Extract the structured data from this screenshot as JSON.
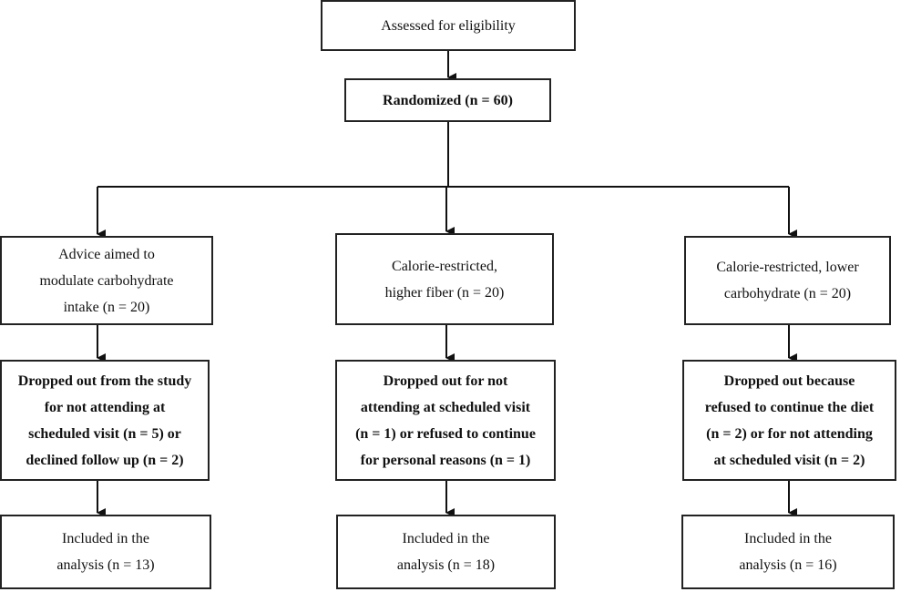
{
  "flowchart": {
    "assessed": "Assessed for eligibility",
    "randomized": "Randomized (n = 60)",
    "arms": [
      {
        "allocation": "Advice aimed to\nmodulate carbohydrate\nintake (n = 20)",
        "dropout": "Dropped out from the study\nfor  not attending at\nscheduled visit (n = 5) or\ndeclined follow up (n = 2)",
        "included": "Included in the\nanalysis (n = 13)"
      },
      {
        "allocation": "Calorie-restricted,\nhigher fiber (n = 20)",
        "dropout": "Dropped out for not\nattending at scheduled visit\n(n = 1) or refused to continue\nfor personal reasons (n = 1)",
        "included": "Included in the\nanalysis (n = 18)"
      },
      {
        "allocation": "Calorie-restricted, lower\ncarbohydrate (n = 20)",
        "dropout": "Dropped out because\nrefused to continue the diet\n(n = 2) or for  not attending\nat scheduled visit (n = 2)",
        "included": "Included in the\nanalysis (n = 16)"
      }
    ]
  }
}
